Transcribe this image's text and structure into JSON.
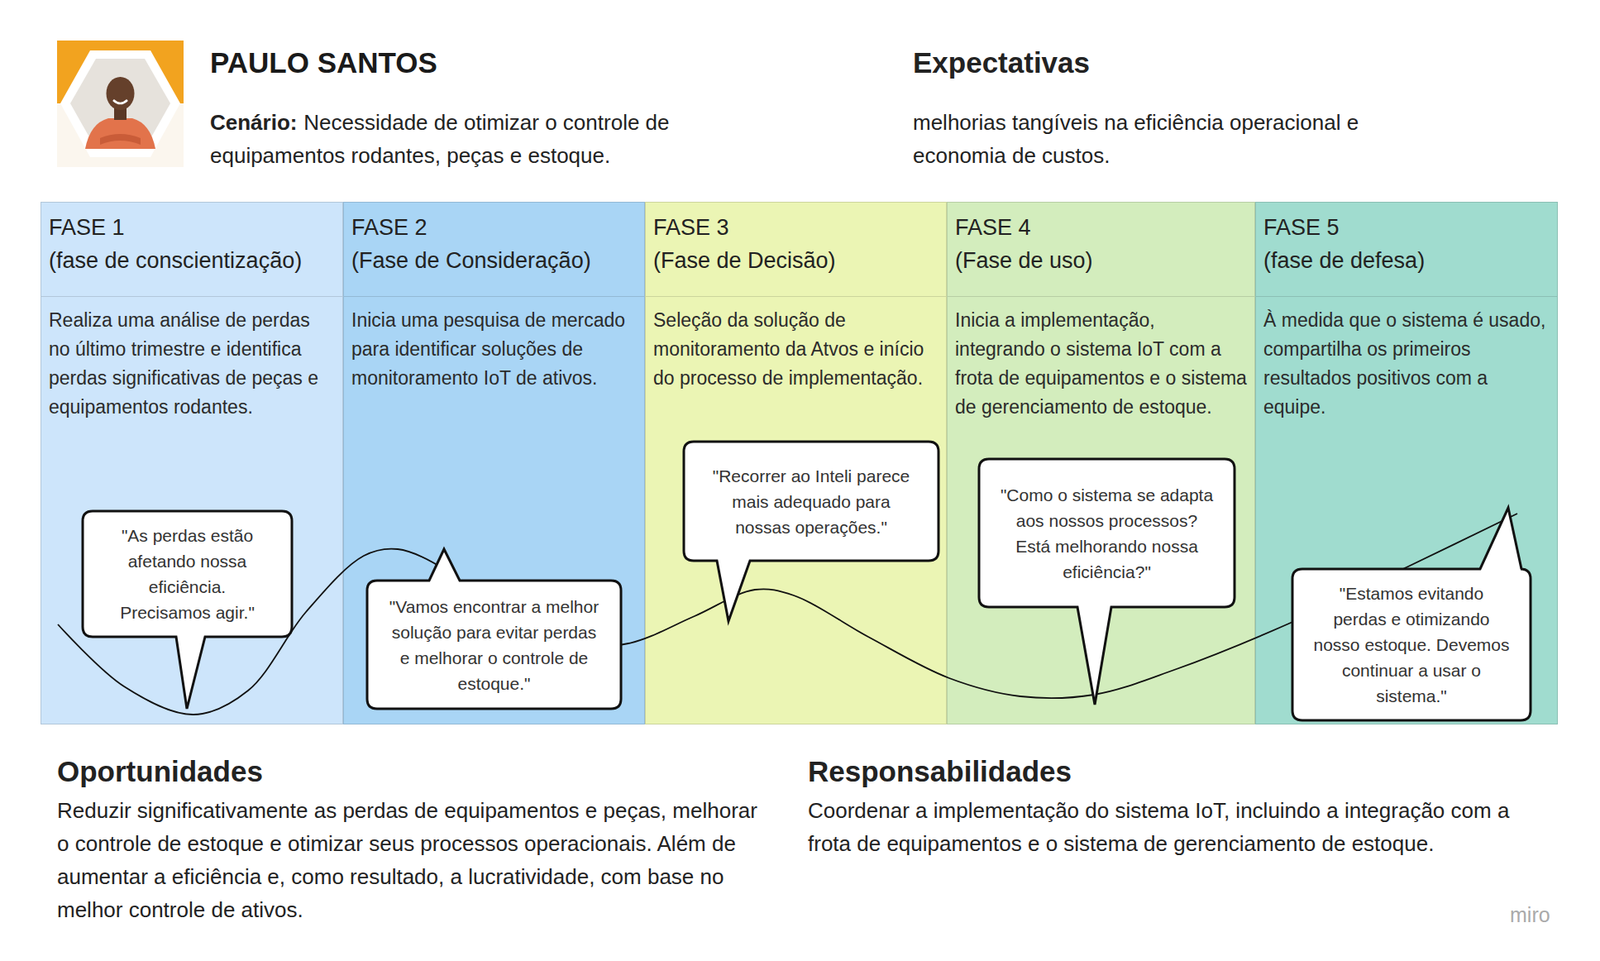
{
  "diagram": {
    "title": "PAULO SANTOS",
    "nodes": [
      {
        "text": [
          "FASE 1",
          "(fase de conscientização)",
          "Realiza uma análise de perdas no último trimestre e identifica perdas significativas de peças e equipamentos rodantes."
        ]
      },
      {
        "text": [
          "\"As perdas estão afetando nossa eficiência. Precisamos agir.\""
        ],
        "in": 0
      },
      {
        "text": [
          "FASE 2",
          "(Fase de Consideração)",
          "Inicia uma pesquisa de mercado para identificar soluções de monitoramento IoT de ativos."
        ]
      },
      {
        "text": [
          "\"Vamos encontrar a melhor solução para evitar perdas e melhorar o controle de estoque.\""
        ],
        "in": 2
      },
      {
        "text": [
          "FASE 3",
          "(Fase de Decisão)",
          "Seleção da solução de monitoramento da Atvos e início do processo de implementação."
        ]
      },
      {
        "text": [
          "\"Recorrer ao Inteli parece mais adequado para nossas operações.\""
        ],
        "in": 4
      },
      {
        "text": [
          "FASE 4",
          "(Fase de uso)",
          "Inicia a implementação, integrando o sistema IoT com a frota de equipamentos e o sistema de gerenciamento de estoque."
        ]
      },
      {
        "text": [
          "\"Como o sistema se adapta aos nossos processos? Está melhorando nossa eficiência?\""
        ],
        "in": 6
      },
      {
        "text": [
          "FASE 5",
          "(fase de defesa)",
          "À medida que o sistema é usado, compartilha os primeiros resultados positivos com a equipe."
        ]
      },
      {
        "text": [
          "\"Estamos evitando perdas e otimizando nosso estoque. Devemos continuar a usar o sistema.\""
        ],
        "in": 8
      }
    ],
    "labels": [
      "Cenário:",
      "Necessidade de otimizar o controle de equipamentos rodantes, peças e estoque.",
      "Expectativas",
      "melhorias tangíveis na eficiência operacional e economia de custos.",
      "Oportunidades",
      "Reduzir significativamente as perdas de equipamentos e peças, melhorar o controle de estoque e otimizar seus processos operacionais. Além de aumentar a eficiência e, como resultado, a lucratividade, com base no melhor controle de ativos.",
      "Responsabilidades",
      "Coordenar a implementação do sistema IoT, incluindo a integração com a frota de equipamentos e o sistema de gerenciamento de estoque.",
      "miro"
    ]
  }
}
